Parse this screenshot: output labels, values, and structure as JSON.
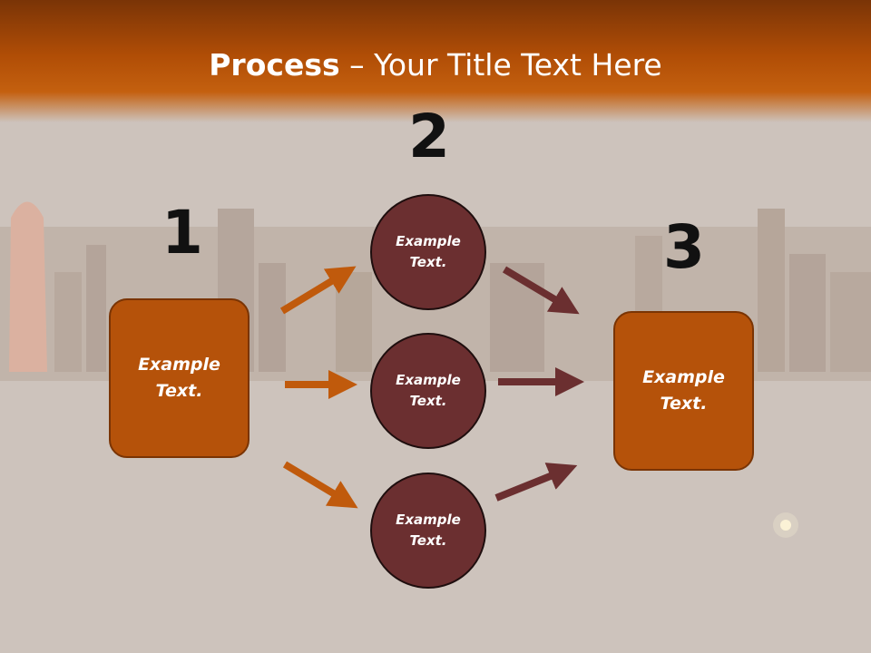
{
  "title": {
    "bold": "Process",
    "rest": " – Your Title Text Here"
  },
  "steps": [
    {
      "number": "1",
      "text_line1": "Example",
      "text_line2": "Text."
    },
    {
      "number": "2"
    },
    {
      "number": "3",
      "text_line1": "Example",
      "text_line2": "Text."
    }
  ],
  "circles": [
    {
      "text_line1": "Example",
      "text_line2": "Text."
    },
    {
      "text_line1": "Example",
      "text_line2": "Text."
    },
    {
      "text_line1": "Example",
      "text_line2": "Text."
    }
  ],
  "colors": {
    "title_bar": "#b04d06",
    "box_fill": "#b5520a",
    "circle_fill": "#6b2f30",
    "arrow_orange": "#c05a0c",
    "arrow_maroon": "#6b2f30",
    "background": "#cdc3bc"
  }
}
